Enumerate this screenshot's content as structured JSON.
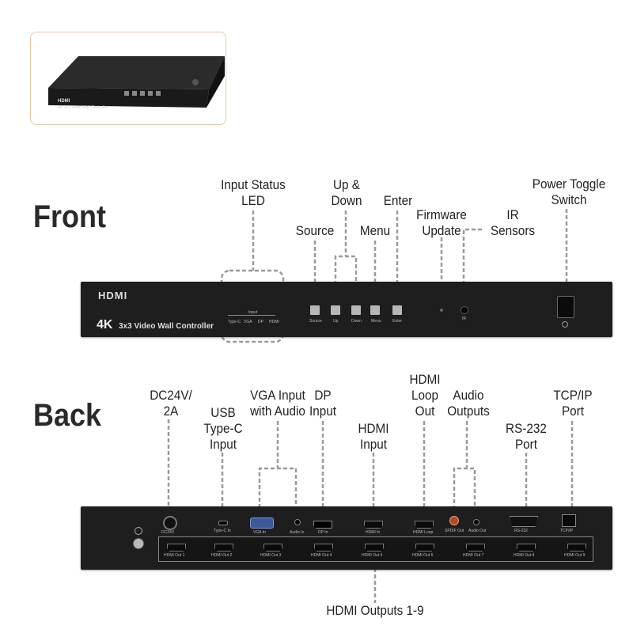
{
  "product": {
    "brand_logo": "HDMI",
    "model": "4K",
    "subtitle": "3x3 Video Wall Controller",
    "photo_model_text": "4K 3x3 Video Wall Controller"
  },
  "front": {
    "title": "Front",
    "callouts": {
      "input_status_led": "Input Status\nLED",
      "up_down": "Up &\nDown",
      "enter": "Enter",
      "power_toggle": "Power Toggle\nSwitch",
      "source": "Source",
      "menu": "Menu",
      "firmware_update": "Firmware\nUpdate",
      "ir_sensors": "IR\nSensors"
    },
    "panel_labels": {
      "input_group": "Input",
      "leds": [
        "Type-C",
        "VGA",
        "DP",
        "HDMI"
      ],
      "buttons": [
        "Source",
        "Up",
        "Down",
        "Menu",
        "Enter"
      ],
      "ir": "IR"
    }
  },
  "back": {
    "title": "Back",
    "callouts": {
      "dc": "DC24V/\n2A",
      "vga": "VGA Input\nwith Audio",
      "dp": "DP\nInput",
      "hdmi_loop": "HDMI\nLoop\nOut",
      "audio_outputs": "Audio\nOutputs",
      "tcpip": "TCP/IP\nPort",
      "usb_c": "USB\nType-C\nInput",
      "hdmi_input": "HDMI\nInput",
      "rs232": "RS-232\nPort",
      "hdmi_outputs": "HDMI Outputs 1-9"
    },
    "panel_labels": {
      "ports": [
        "DC24V",
        "Type-C In",
        "VGA In",
        "Audio In",
        "DP In",
        "HDMI In",
        "HDMI Loop",
        "SPDIF Out",
        "Audio Out",
        "RS-232",
        "TCP/IP"
      ],
      "outputs": [
        "HDMI Out 1",
        "HDMI Out 2",
        "HDMI Out 3",
        "HDMI Out 4",
        "HDMI Out 5",
        "HDMI Out 6",
        "HDMI Out 7",
        "HDMI Out 8",
        "HDMI Out 9"
      ]
    }
  },
  "colors": {
    "panel": "#1e1e1e",
    "leader": "#999999",
    "photo_border": "#e7c9a8"
  }
}
